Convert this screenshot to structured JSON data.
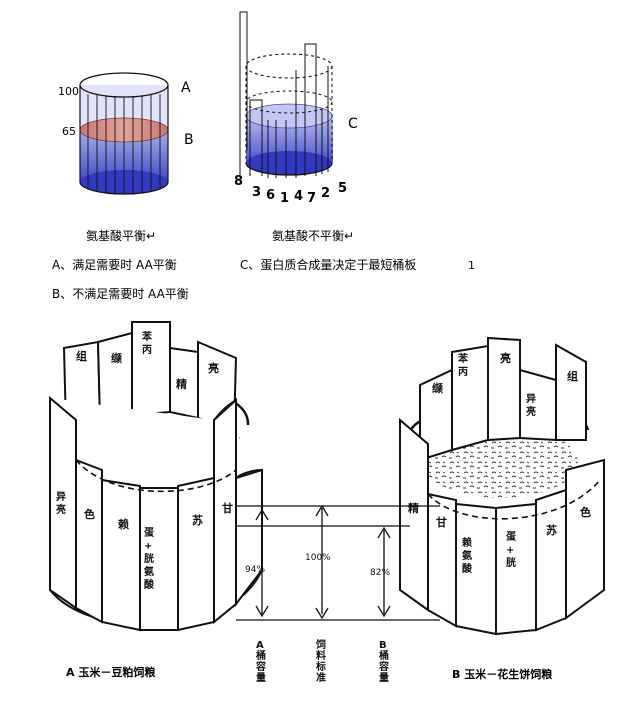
{
  "top_left": {
    "tick_100": "100",
    "tick_65": "65",
    "label_a": "A",
    "label_b": "B",
    "caption": "氨基酸平衡↵"
  },
  "top_right": {
    "label_c": "C",
    "stave_numbers": [
      "8",
      "3",
      "6",
      "1",
      "4",
      "7",
      "2",
      "5"
    ],
    "caption": "氨基酸不平衡↵"
  },
  "legend": {
    "line_a": "A、满足需要时  AA平衡",
    "line_c": "C、蛋白质合成量决定于最短桶板",
    "line_c_tail": "1",
    "line_b": "B、不满足需要时  AA平衡"
  },
  "barrel_a": {
    "staves": [
      "组",
      "缬",
      "苯丙",
      "精",
      "亮",
      "异亮",
      "色",
      "赖",
      "蛋+胱氨酸",
      "苏",
      "甘"
    ],
    "percent": "94%",
    "caption": "A  玉米－豆粕饲粮"
  },
  "barrel_b": {
    "staves": [
      "缬",
      "苯丙",
      "亮",
      "异亮",
      "组",
      "精",
      "甘",
      "赖氨酸",
      "蛋+胱",
      "苏",
      "色"
    ],
    "percent": "82%",
    "caption": "B 玉米－花生饼饲粮"
  },
  "center": {
    "percent": "100%",
    "col_a": "A桶容量",
    "col_std": "饲料标准",
    "col_b": "B桶容量"
  },
  "colors": {
    "band_blue": "#7f8ad8",
    "band_dark": "#3d47c8",
    "band_red": "#d58a86"
  }
}
